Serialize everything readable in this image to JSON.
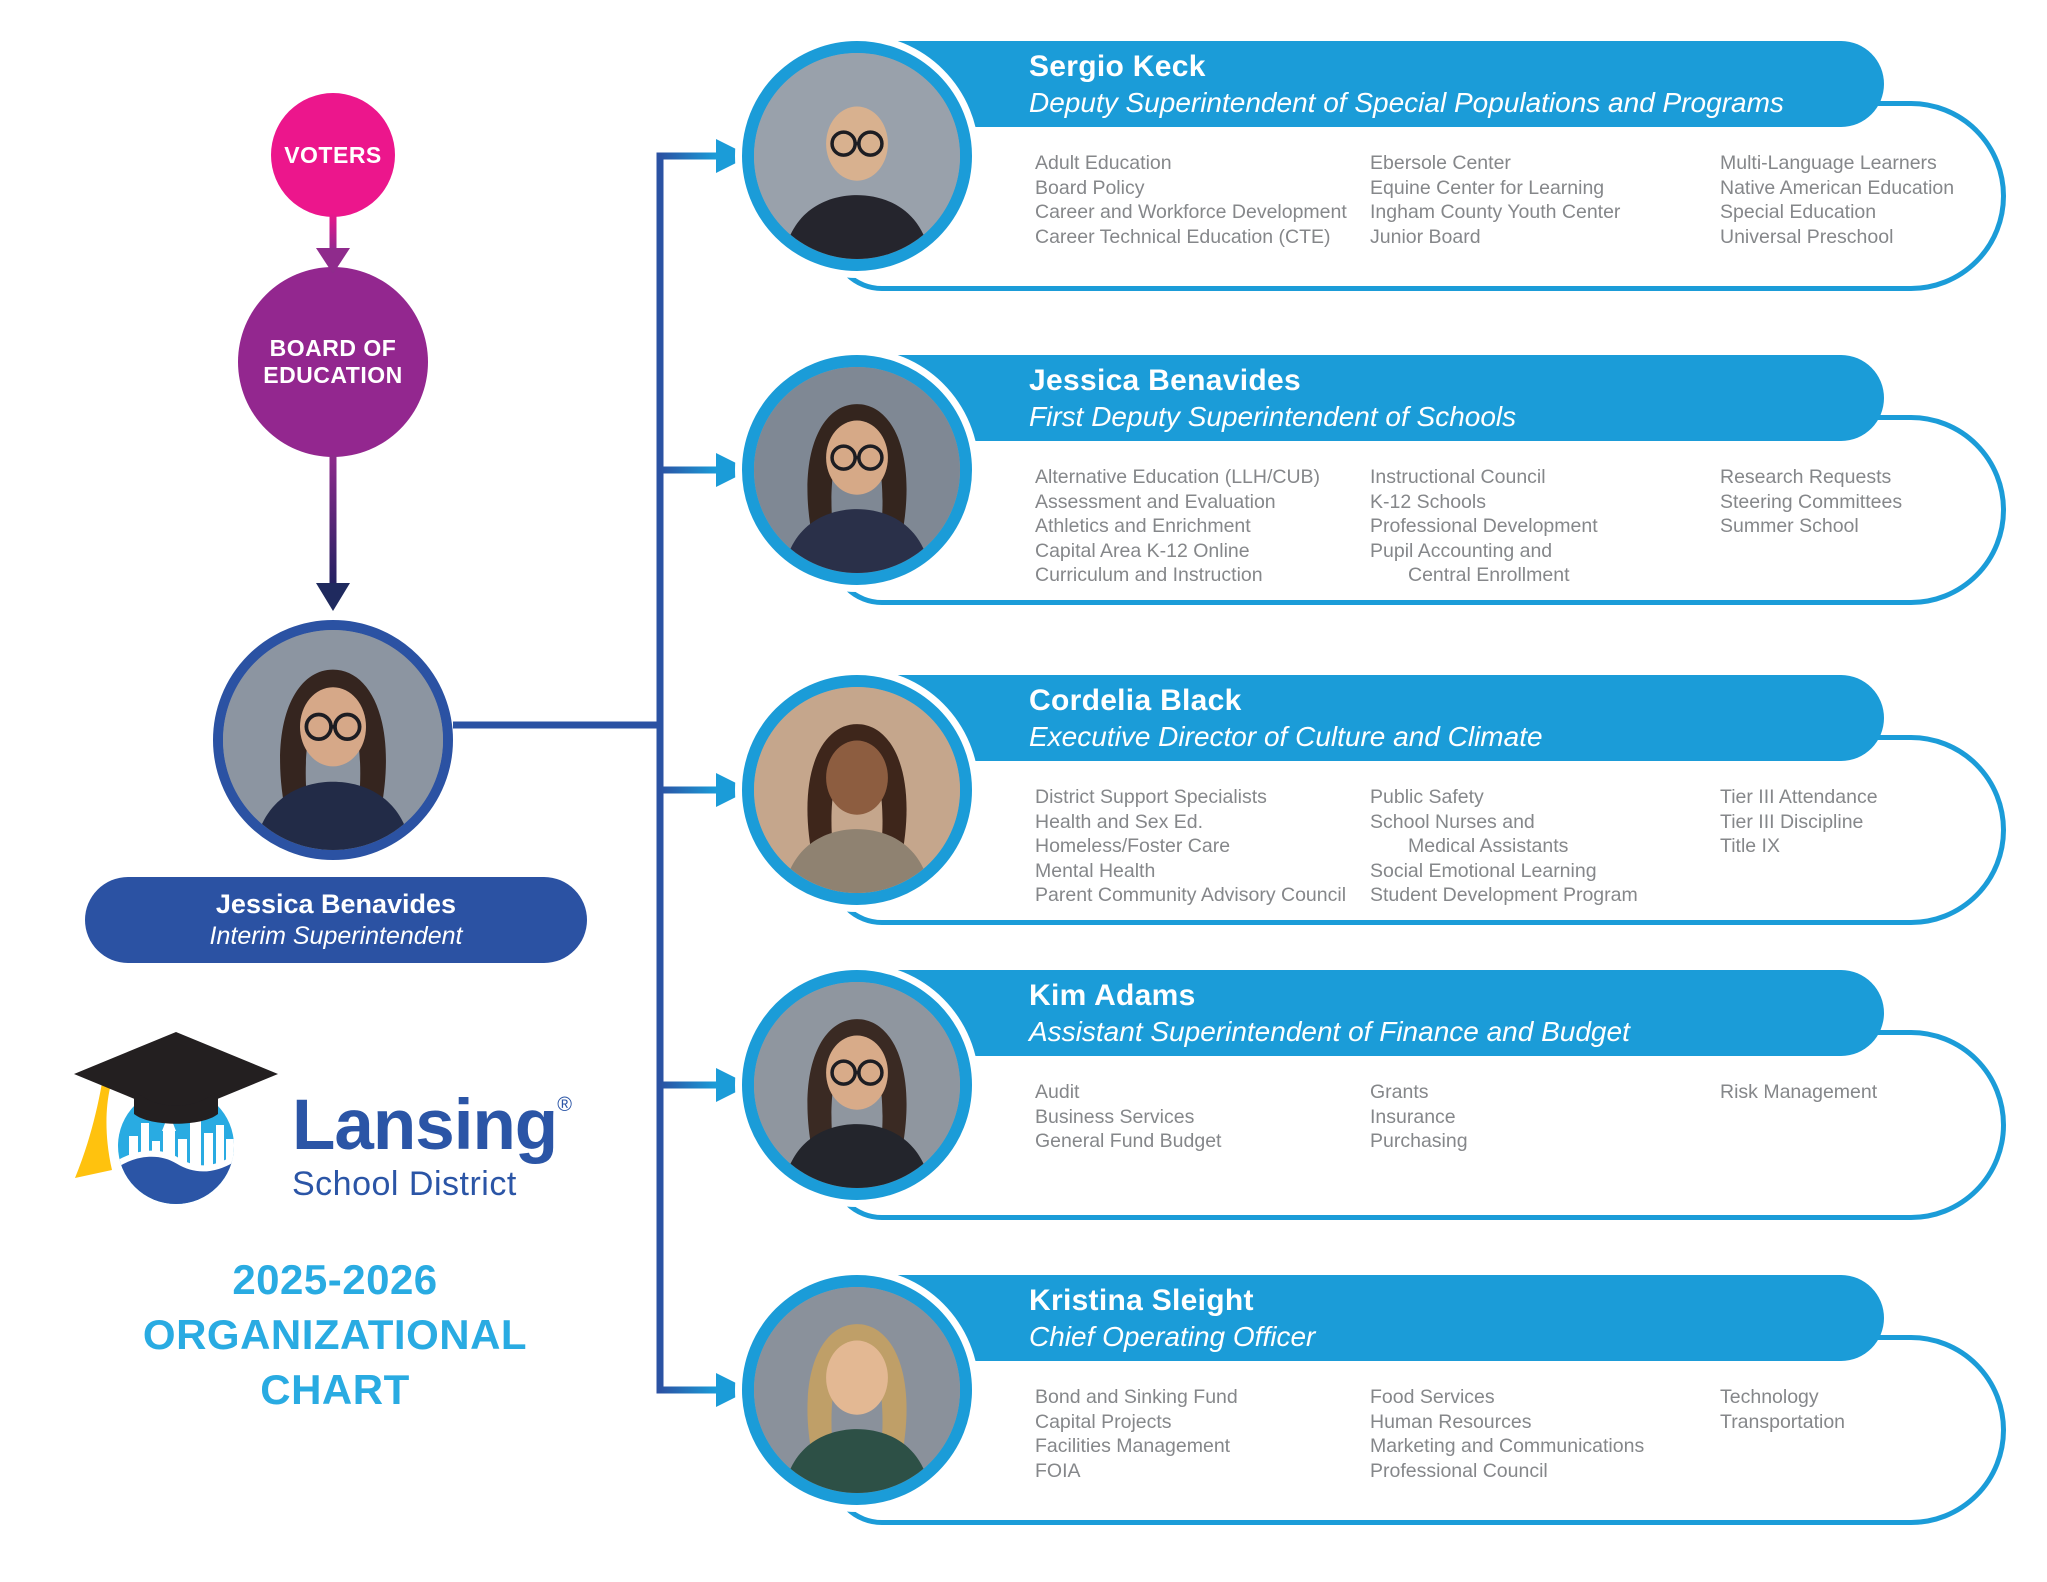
{
  "page": {
    "title_lines": [
      "2025-2026",
      "ORGANIZATIONAL",
      "CHART"
    ]
  },
  "colors": {
    "pink": "#EC168C",
    "purple": "#93278F",
    "royal_blue": "#2B52A3",
    "navy": "#1F2A5E",
    "card_blue": "#1B9CD8",
    "light_blue": "#29ABE2",
    "logo_blue": "#2B55A6",
    "tassel_yellow": "#FFC20E",
    "list_text_gray": "#85878A"
  },
  "icons": {
    "logo": "graduation-cap-city-skyline-logo",
    "flow_arrow": "down-arrow-icon",
    "branch_arrow": "right-arrow-icon"
  },
  "left_flow": {
    "voters_label": "VOTERS",
    "board_label": "BOARD OF EDUCATION",
    "superintendent": {
      "name": "Jessica Benavides",
      "title": "Interim Superintendent"
    }
  },
  "logo": {
    "name": "Lansing",
    "mark": "®",
    "subtitle": "School District"
  },
  "cards": [
    {
      "name": "Sergio Keck",
      "title": "Deputy Superintendent of Special Populations and Programs",
      "columns": [
        [
          "Adult Education",
          "Board Policy",
          "Career and Workforce Development",
          "Career Technical Education (CTE)"
        ],
        [
          "Ebersole Center",
          "Equine Center for Learning",
          "Ingham County Youth Center",
          "Junior Board"
        ],
        [
          "Multi-Language Learners",
          "Native American Education",
          "Special Education",
          "Universal Preschool"
        ]
      ]
    },
    {
      "name": "Jessica Benavides",
      "title": "First Deputy Superintendent of Schools",
      "columns": [
        [
          "Alternative Education (LLH/CUB)",
          "Assessment and Evaluation",
          "Athletics and Enrichment",
          "Capital Area K-12 Online",
          "Curriculum and Instruction"
        ],
        [
          "Instructional Council",
          "K-12 Schools",
          "Professional Development",
          [
            "Pupil Accounting and",
            "Central Enrollment"
          ]
        ],
        [
          "Research Requests",
          "Steering Committees",
          "Summer School"
        ]
      ]
    },
    {
      "name": "Cordelia Black",
      "title": "Executive Director of Culture and Climate",
      "columns": [
        [
          "District Support Specialists",
          "Health and Sex Ed.",
          "Homeless/Foster Care",
          "Mental Health",
          "Parent Community Advisory Council"
        ],
        [
          "Public Safety",
          [
            "School Nurses and",
            "Medical Assistants"
          ],
          "Social Emotional Learning",
          "Student Development Program"
        ],
        [
          "Tier III Attendance",
          "Tier III Discipline",
          "Title IX"
        ]
      ]
    },
    {
      "name": "Kim Adams",
      "title": "Assistant Superintendent of Finance and Budget",
      "columns": [
        [
          "Audit",
          "Business Services",
          "General Fund Budget"
        ],
        [
          "Grants",
          "Insurance",
          "Purchasing"
        ],
        [
          "Risk Management"
        ]
      ]
    },
    {
      "name": "Kristina Sleight",
      "title": "Chief Operating Officer",
      "columns": [
        [
          "Bond and Sinking Fund",
          "Capital Projects",
          "Facilities Management",
          "FOIA"
        ],
        [
          "Food Services",
          "Human Resources",
          "Marketing and Communications",
          "Professional Council"
        ],
        [
          "Technology",
          "Transportation"
        ]
      ]
    }
  ]
}
